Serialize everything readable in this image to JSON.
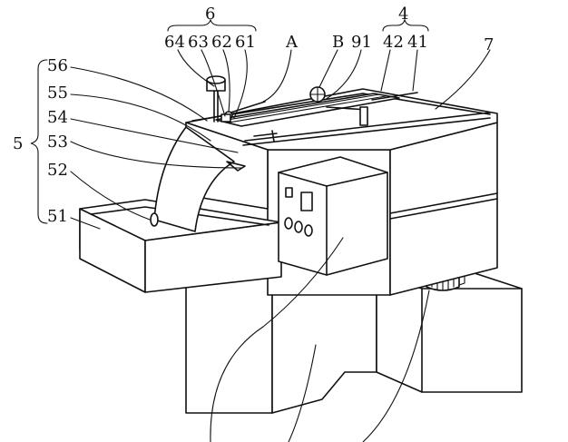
{
  "figure": {
    "labels": {
      "l6": "6",
      "l4": "4",
      "l64": "64",
      "l63": "63",
      "l62": "62",
      "l61": "61",
      "lA": "A",
      "lB": "B",
      "l91": "91",
      "l42": "42",
      "l41": "41",
      "l7": "7",
      "l5": "5",
      "l56": "56",
      "l55": "55",
      "l54": "54",
      "l53": "53",
      "l52": "52",
      "l51": "51"
    }
  }
}
